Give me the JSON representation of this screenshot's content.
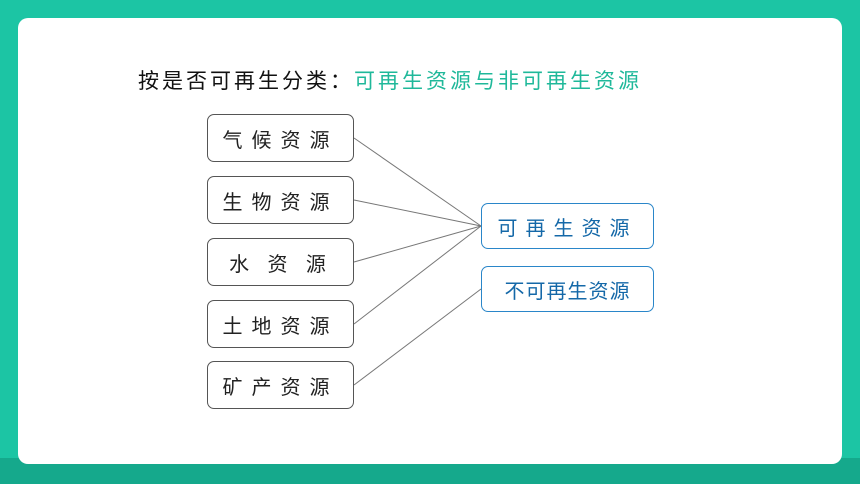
{
  "title": {
    "prefix": "按是否可再生分类：",
    "accent": "可再生资源与非可再生资源"
  },
  "left_boxes": [
    "气候资源",
    "生物资源",
    "水 资 源",
    "土地资源",
    "矿产资源"
  ],
  "right_boxes": [
    "可再生资源",
    "不可再生资源"
  ],
  "connections": [
    {
      "from": "气候资源",
      "to": "可再生资源"
    },
    {
      "from": "生物资源",
      "to": "可再生资源"
    },
    {
      "from": "水 资 源",
      "to": "可再生资源"
    },
    {
      "from": "土地资源",
      "to": "可再生资源"
    },
    {
      "from": "矿产资源",
      "to": "不可再生资源"
    }
  ],
  "colors": {
    "background": "#1cc5a4",
    "accent_text": "#1fb89a",
    "right_box_border": "#2a86c9",
    "right_box_text": "#1468a8"
  }
}
